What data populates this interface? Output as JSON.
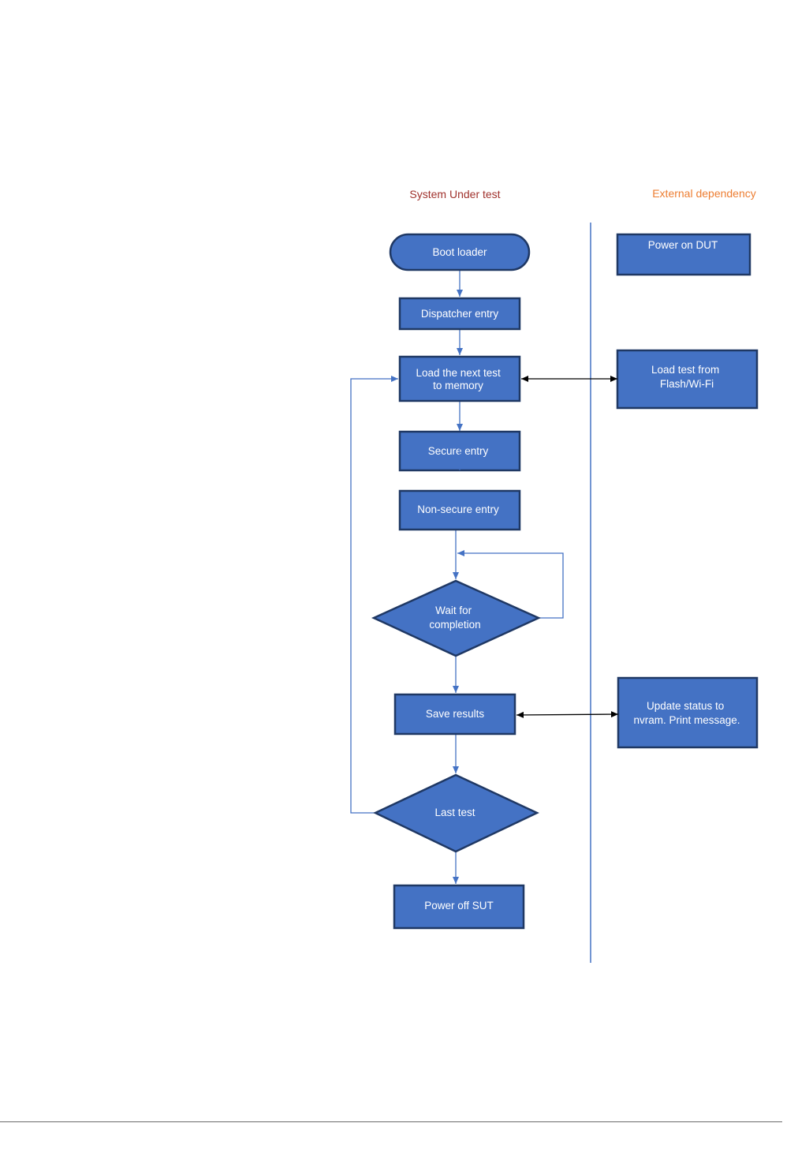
{
  "colors": {
    "node_fill": "#4472c4",
    "node_stroke": "#1f3864",
    "flow_line": "#4472c4",
    "dependency_arrow": "#000000",
    "lane_divider": "#4472c4",
    "sut_title": "#a0322d",
    "external_title": "#ed7d31",
    "node_text": "#ffffff"
  },
  "lanes": {
    "sut": {
      "title": "System Under test"
    },
    "external": {
      "title": "External dependency"
    }
  },
  "nodes": {
    "boot_loader": {
      "lines": [
        "Boot loader"
      ]
    },
    "dispatcher_entry": {
      "lines": [
        "Dispatcher entry"
      ]
    },
    "load_next_test": {
      "lines": [
        "Load the next test",
        "to memory"
      ]
    },
    "secure_entry": {
      "lines": [
        "Secure entry"
      ]
    },
    "non_secure_entry": {
      "lines": [
        "Non-secure entry"
      ]
    },
    "wait_for_completion": {
      "lines": [
        "Wait for",
        "completion"
      ]
    },
    "save_results": {
      "lines": [
        "Save results"
      ]
    },
    "last_test": {
      "lines": [
        "Last test"
      ]
    },
    "power_off_sut": {
      "lines": [
        "Power off SUT"
      ]
    },
    "power_on_dut": {
      "lines": [
        "Power on DUT"
      ]
    },
    "load_test_from_flash": {
      "lines": [
        "Load test from",
        "Flash/Wi-Fi"
      ]
    },
    "update_status": {
      "lines": [
        "Update status to",
        "nvram. Print message."
      ]
    }
  }
}
